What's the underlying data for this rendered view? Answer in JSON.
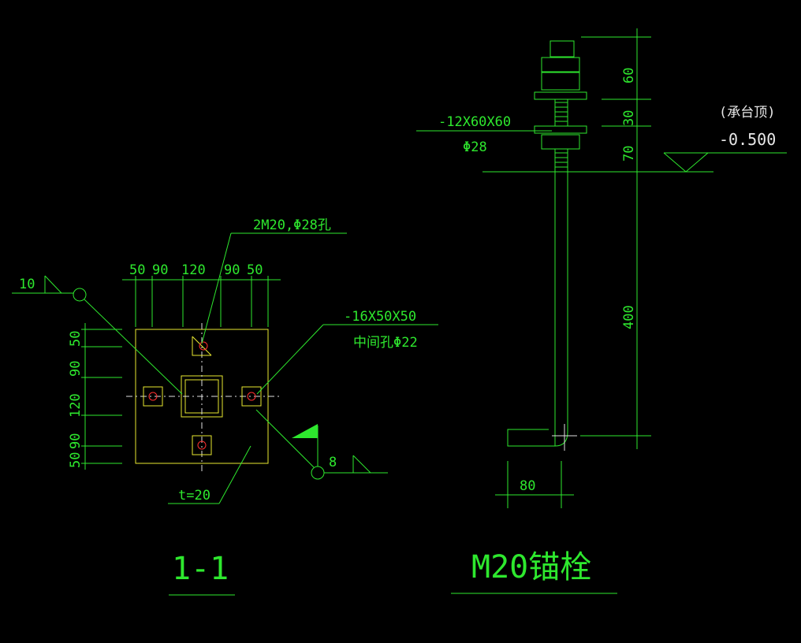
{
  "colors": {
    "background": "#000000",
    "dimension": "#2ee82e",
    "plate": "#e8e830",
    "bolt": "#e0e0e0",
    "hole": "#ff3030"
  },
  "section": {
    "title": "1-1",
    "top_dims": [
      "50",
      "90",
      "120",
      "90",
      "50"
    ],
    "left_dims": [
      "50",
      "90",
      "120",
      "90",
      "50"
    ],
    "weld_left": "10",
    "weld_right": "8",
    "bolt_note": "2M20,Φ28孔",
    "washer_note": "-16X50X50",
    "washer_hole": "中间孔Φ22",
    "thickness": "t=20"
  },
  "anchor": {
    "title": "M20锚栓",
    "plate_note": "-12X60X60",
    "plate_hole": "Φ28",
    "elev_note": "(承台顶)",
    "elev_value": "-0.500",
    "dims": [
      "60",
      "30",
      "70",
      "400"
    ],
    "hook_len": "80"
  }
}
